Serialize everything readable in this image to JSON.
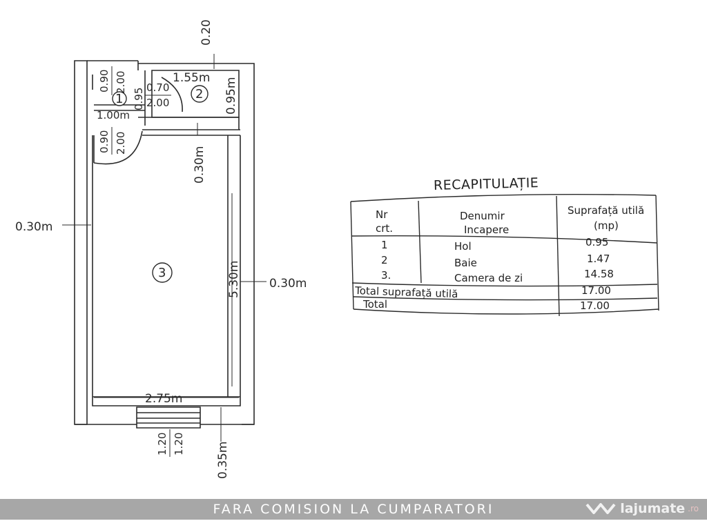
{
  "floor_plan": {
    "dimensions": {
      "top_wall": "0.20",
      "left_wall": "0.30m",
      "right_wall": "0.30m",
      "bath_width": "1.55m",
      "bath_height": "0.95m",
      "hall_width": "1.00m",
      "hall_depth": "0.95",
      "door1_top": "0.90",
      "door1_bottom": "2.00",
      "door2_top": "0.70",
      "door2_bottom": "2.00",
      "door3_top": "0.90",
      "door3_bottom": "2.00",
      "inner_wall": "0.30m",
      "room_length": "5.30m",
      "room_width": "2.75m",
      "window_top": "1.20",
      "window_bottom": "1.20",
      "bottom_wall": "0.35m"
    },
    "room_labels": [
      "1",
      "2",
      "3"
    ]
  },
  "recap": {
    "title": "RECAPITULAȚIE",
    "headers": {
      "nr_line1": "Nr",
      "nr_line2": "crt.",
      "name_line1": "Denumir‌",
      "name_line2": "Incapere",
      "area_line1": "Suprafață utilă",
      "area_line2": "(mp)"
    },
    "rows": [
      {
        "nr": "1",
        "name": "Hol",
        "area": "0.95"
      },
      {
        "nr": "2",
        "name": "Baie",
        "area": "1.47"
      },
      {
        "nr": "3.",
        "name": "Camera de zi",
        "area": "14.58"
      }
    ],
    "total_useful_label": "Total suprafață utilă",
    "total_useful_value": "17.00",
    "total_label": "Total",
    "total_value": "17.00"
  },
  "footer": {
    "banner": "FARA COMISION LA CUMPARATORI",
    "logo": "lajumate",
    "logo_suffix": ".ro"
  }
}
